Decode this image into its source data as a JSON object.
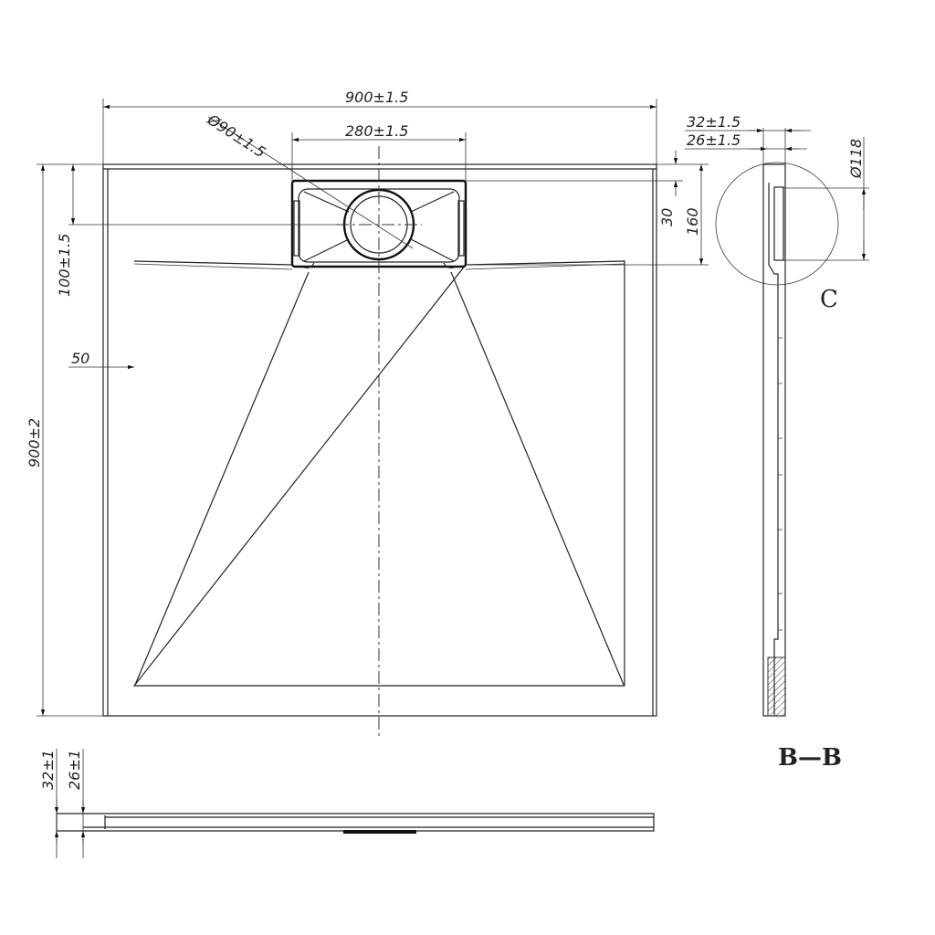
{
  "title": "Shower tray technical drawing",
  "dimensions": {
    "overall_width": "900±1.5",
    "drain_width": "280±1.5",
    "drain_diameter": "Ø90±1.5",
    "overall_length": "900±2",
    "drain_offset": "100±1.5",
    "border": "50",
    "drain_top": "30",
    "drain_depth": "160",
    "thickness_detail": "32±1.5",
    "inner_thickness_detail": "26±1.5",
    "detail_diameter": "Ø118",
    "side_thickness": "32±1",
    "side_inner_thickness": "26±1"
  },
  "labels": {
    "detail": "C",
    "section": "B—B"
  }
}
